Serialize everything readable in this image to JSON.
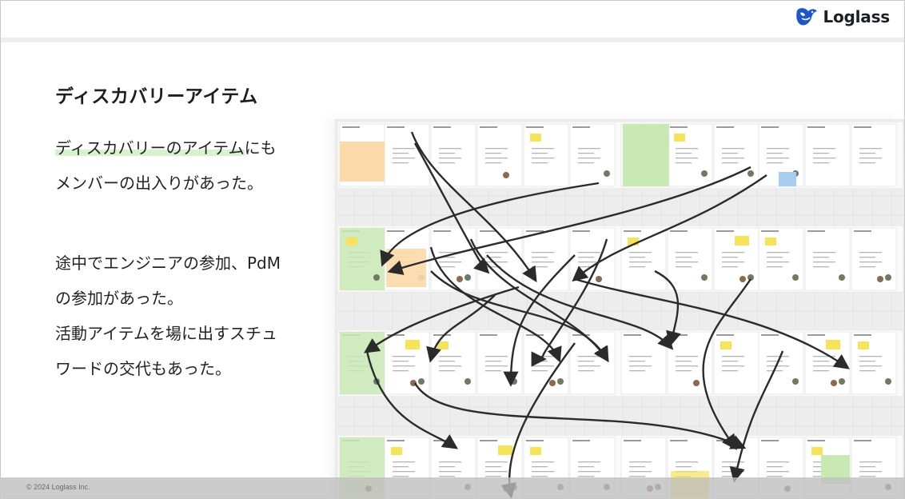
{
  "header": {
    "brand_name": "Loglass",
    "logo_icon": "loglass-bird-logo-icon"
  },
  "slide": {
    "title": "ディスカバリーアイテム",
    "paragraph1": {
      "line1_highlight": "ディスカバリーのアイテム",
      "line1_rest": "にも",
      "line2": "メンバーの出入りがあった。"
    },
    "paragraph2": {
      "line1": "途中でエンジニアの参加、PdM",
      "line2": "の参加があった。"
    },
    "paragraph3": {
      "line1": "活動アイテムを場に出すスチュ",
      "line2": "ワードの交代もあった。"
    }
  },
  "board_image": {
    "description_icon": "miro-board-screenshot",
    "colors": {
      "sticky_yellow": "#f7e35a",
      "sticky_orange": "#fcd9a8",
      "sticky_green": "#c8e8b4",
      "sticky_blue": "#a9cdf1",
      "arrow": "#2b2b2b"
    }
  },
  "footer": {
    "copyright": "© 2024 Loglass Inc."
  }
}
